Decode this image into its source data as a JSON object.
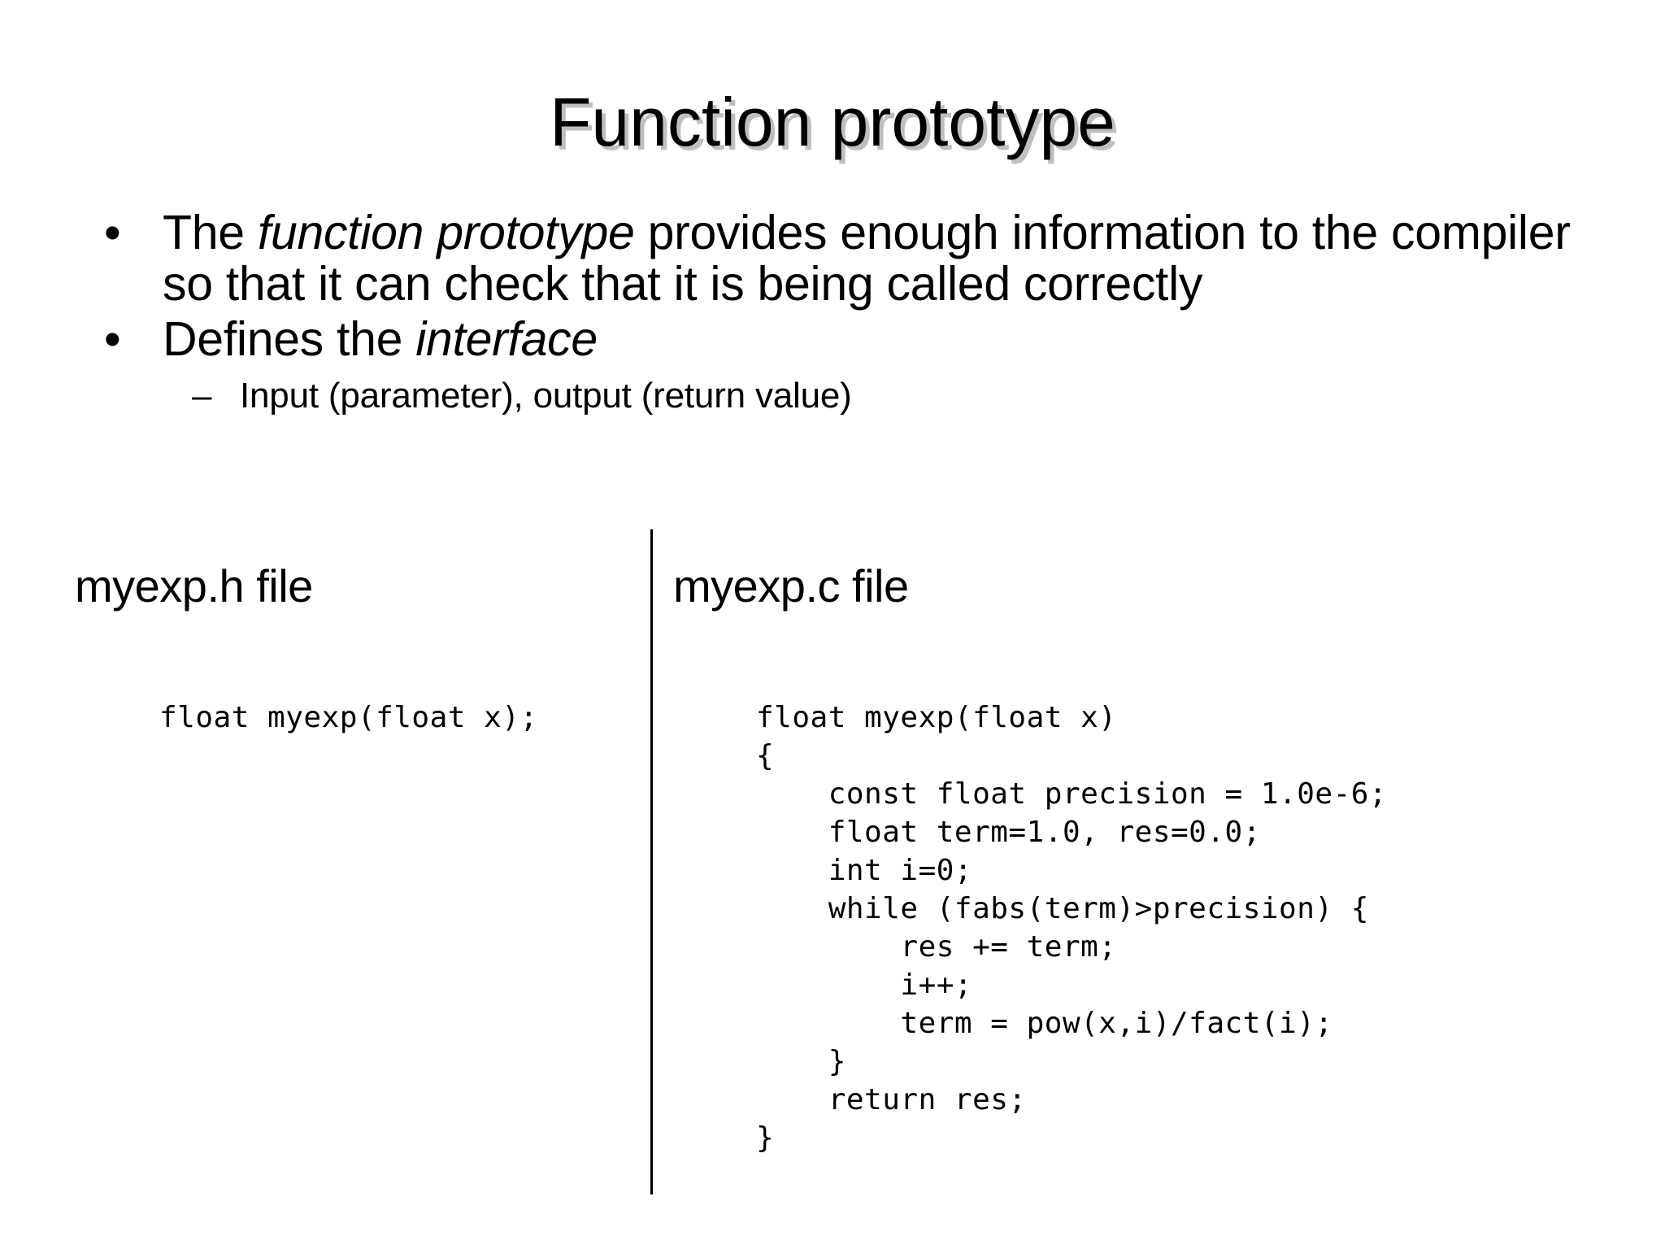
{
  "slide": {
    "title": "Function prototype",
    "background_color": "#ffffff",
    "text_color": "#000000",
    "title_shadow_color": "#bfbfbf"
  },
  "bullets": [
    {
      "level": 1,
      "marker": "•",
      "parts": [
        {
          "text": "The ",
          "style": "normal"
        },
        {
          "text": "function prototype",
          "style": "italic"
        },
        {
          "text": " provides enough information to the compiler so that it can check that it is being called correctly",
          "style": "normal"
        }
      ],
      "plain": "The function prototype provides enough information to the compiler so that it can check that it is being called correctly"
    },
    {
      "level": 1,
      "marker": "•",
      "parts": [
        {
          "text": "Defines the ",
          "style": "normal"
        },
        {
          "text": "interface",
          "style": "italic"
        }
      ],
      "plain": "Defines the interface"
    },
    {
      "level": 2,
      "marker": "–",
      "parts": [
        {
          "text": "Input (parameter), output (return value)",
          "style": "normal"
        }
      ],
      "plain": "Input (parameter), output (return value)"
    }
  ],
  "columns": {
    "left": {
      "heading": "myexp.h file",
      "code": "float myexp(float x);"
    },
    "right": {
      "heading": "myexp.c file",
      "code": "float myexp(float x)\n{\n    const float precision = 1.0e-6;\n    float term=1.0, res=0.0;\n    int i=0;\n    while (fabs(term)>precision) {\n        res += term;\n        i++;\n        term = pow(x,i)/fact(i);\n    }\n    return res;\n}"
    }
  },
  "divider": {
    "orientation": "vertical",
    "color": "#000000"
  }
}
